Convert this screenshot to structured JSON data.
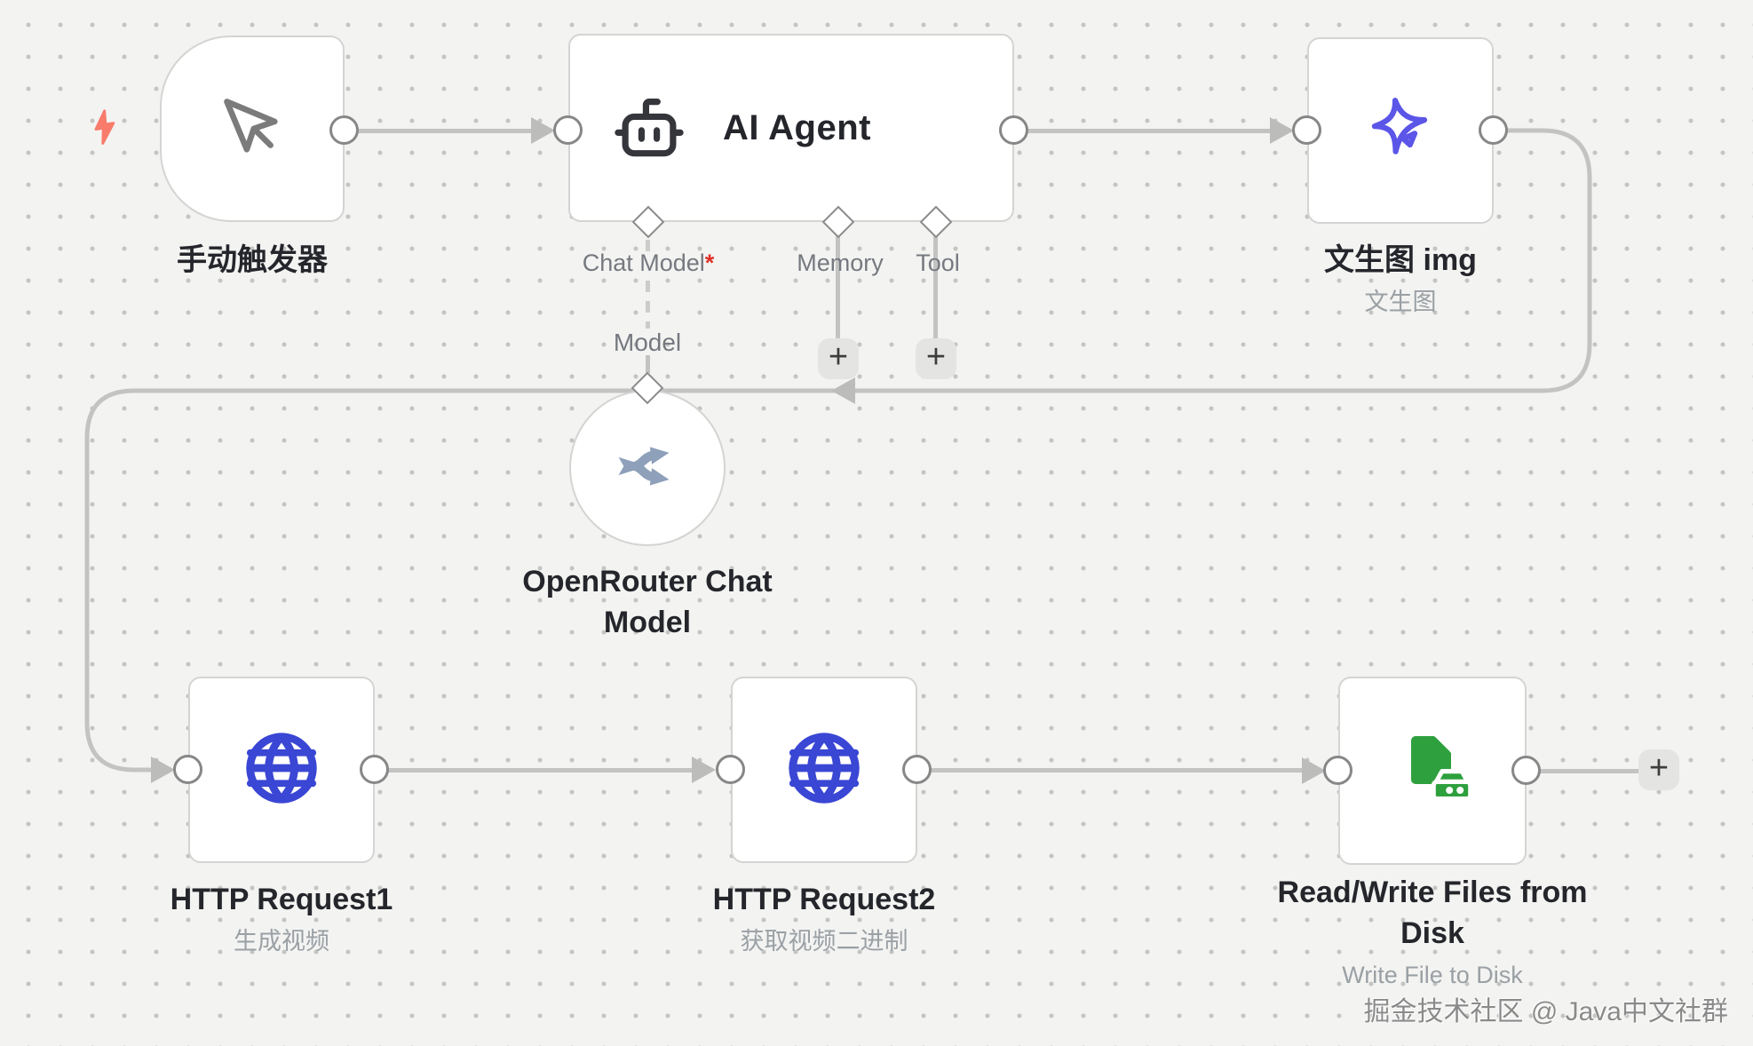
{
  "trigger": {
    "label": "手动触发器"
  },
  "agent": {
    "title": "AI Agent",
    "ports": [
      {
        "label": "Chat Model",
        "required": "*"
      },
      {
        "label": "Memory",
        "required": ""
      },
      {
        "label": "Tool",
        "required": ""
      }
    ]
  },
  "image": {
    "title": "文生图 img",
    "subtitle": "文生图"
  },
  "model": {
    "line1": "OpenRouter Chat",
    "line2": "Model",
    "port_label": "Model"
  },
  "http1": {
    "title": "HTTP Request1",
    "subtitle": "生成视频"
  },
  "http2": {
    "title": "HTTP Request2",
    "subtitle": "获取视频二进制"
  },
  "rw": {
    "line1": "Read/Write Files from",
    "line2": "Disk",
    "subtitle": "Write File to Disk"
  },
  "ui": {
    "plus": "+"
  },
  "watermark": {
    "text": "掘金技术社区 @ Java中文社群"
  },
  "colors": {
    "wire": "#c3c3c2",
    "node_border": "#d4d4d2",
    "bolt": "#f87b6b",
    "sparkle_purple": "#5b55e8",
    "globe_blue": "#3a46d4",
    "file_green": "#2ea03e",
    "openrouter_slate": "#8ea0ba",
    "required_red": "#df2f27"
  }
}
